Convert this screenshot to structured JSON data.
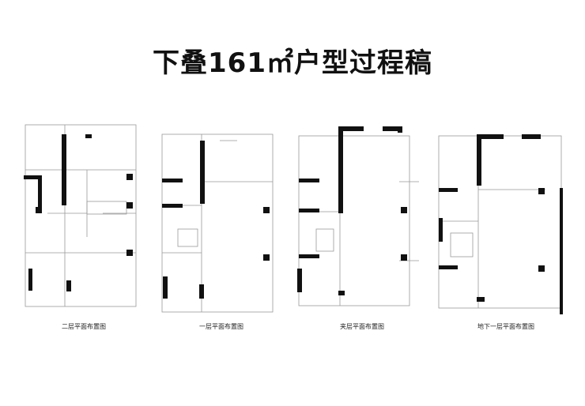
{
  "title": "下叠161㎡户型过程稿",
  "plans": [
    {
      "caption": "二层平面布置图"
    },
    {
      "caption": "一层平面布置图"
    },
    {
      "caption": "夹层平面布置图"
    },
    {
      "caption": "地下一层平面布置图"
    }
  ],
  "colors": {
    "wall": "#111111",
    "line": "#999999"
  }
}
